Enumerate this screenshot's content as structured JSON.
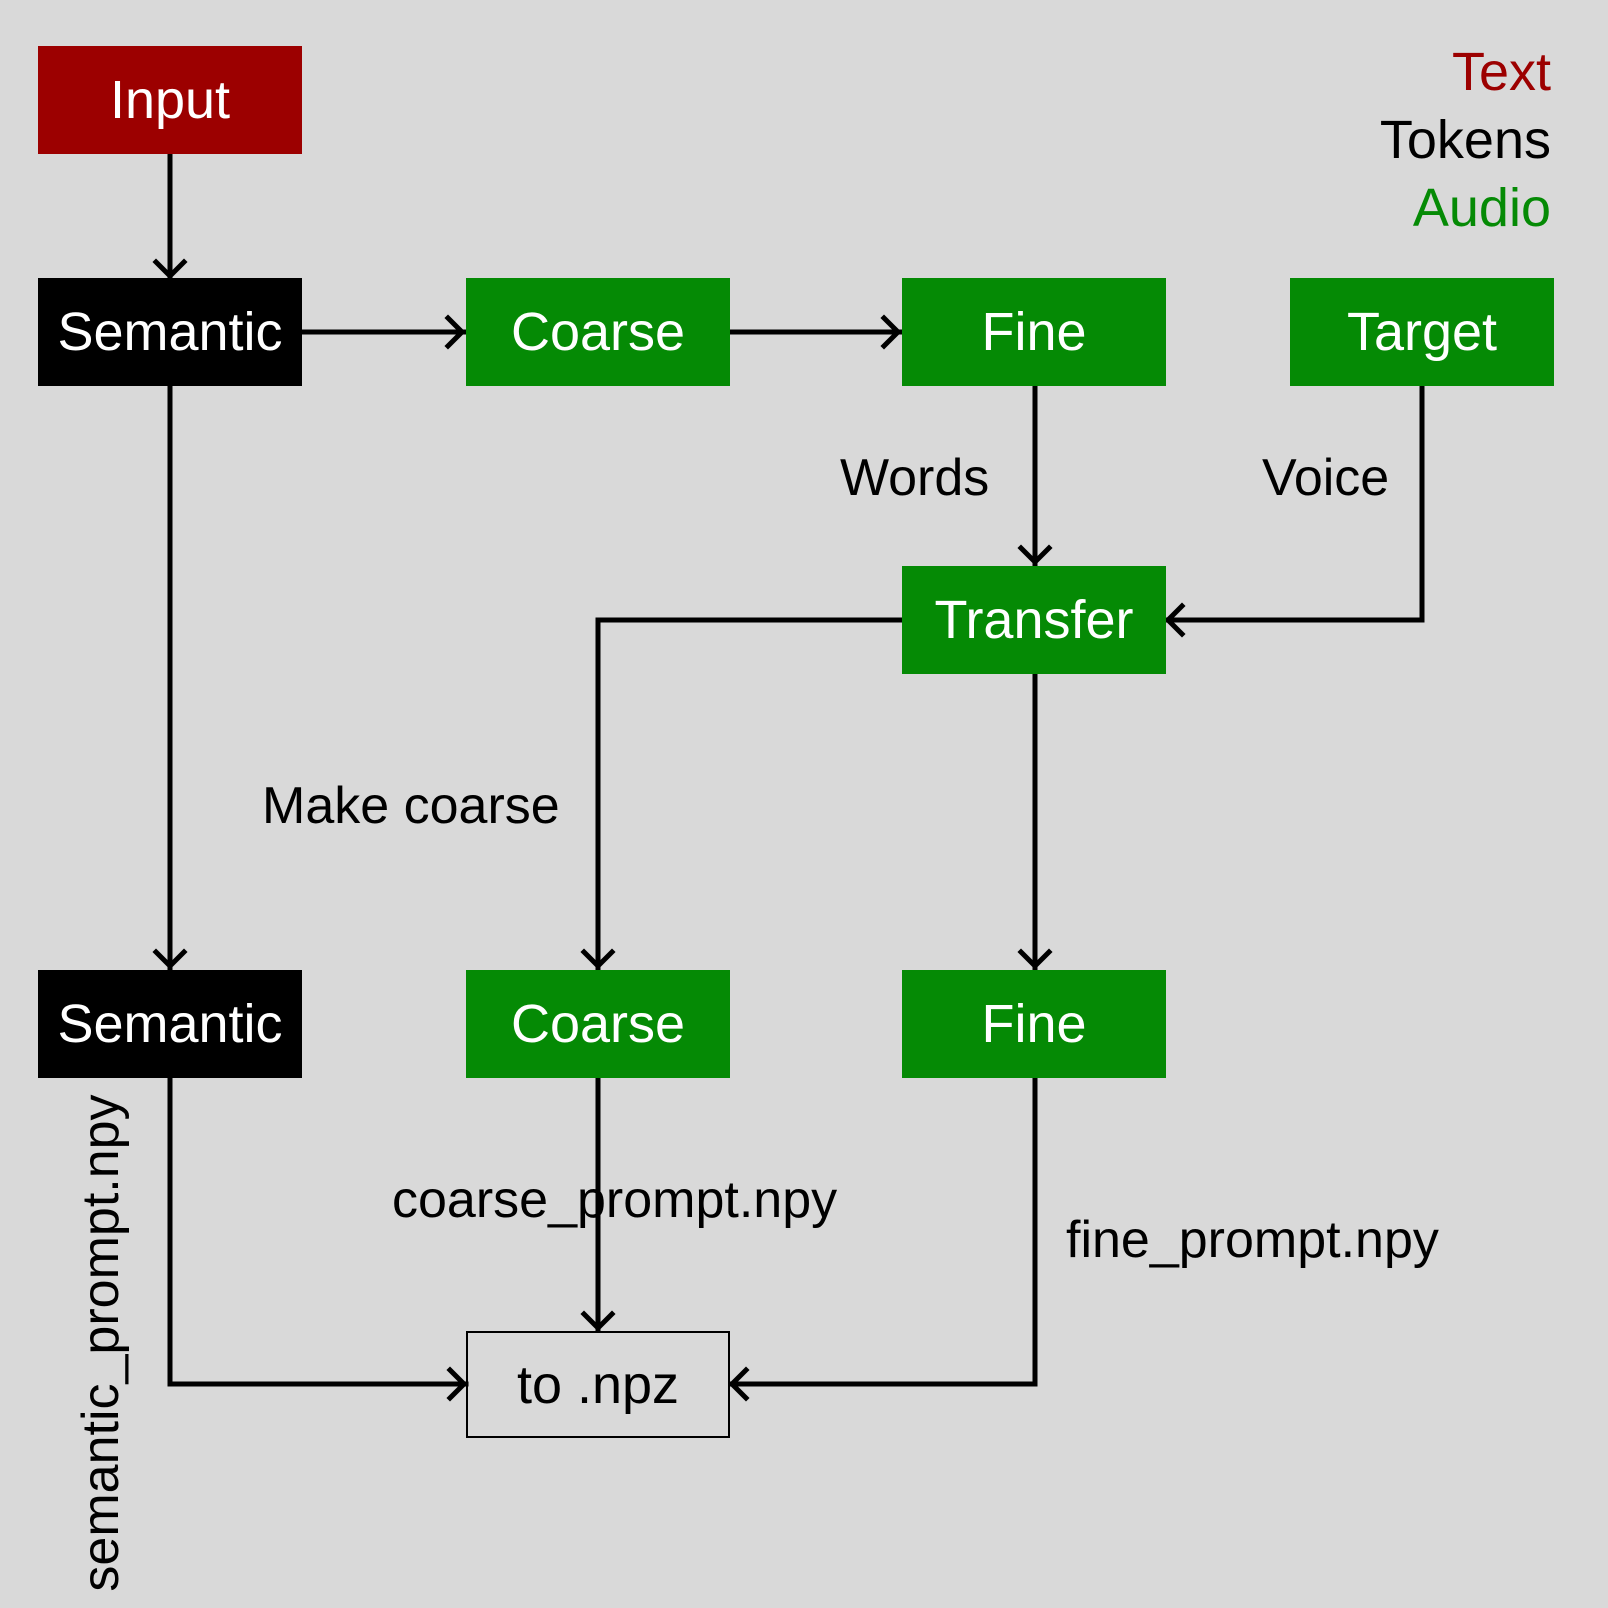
{
  "legend": {
    "text": {
      "label": "Text",
      "color": "#9c0000"
    },
    "tokens": {
      "label": "Tokens",
      "color": "#000000"
    },
    "audio": {
      "label": "Audio",
      "color": "#058a05"
    }
  },
  "nodes": {
    "input": "Input",
    "semantic_top": "Semantic",
    "coarse_top": "Coarse",
    "fine_top": "Fine",
    "target": "Target",
    "transfer": "Transfer",
    "semantic_bottom": "Semantic",
    "coarse_bottom": "Coarse",
    "fine_bottom": "Fine",
    "npz": "to .npz"
  },
  "edge_labels": {
    "words": "Words",
    "voice": "Voice",
    "make_coarse": "Make coarse",
    "coarse_prompt": "coarse_prompt.npy",
    "fine_prompt": "fine_prompt.npy",
    "semantic_prompt": "semantic_prompt.npy"
  }
}
